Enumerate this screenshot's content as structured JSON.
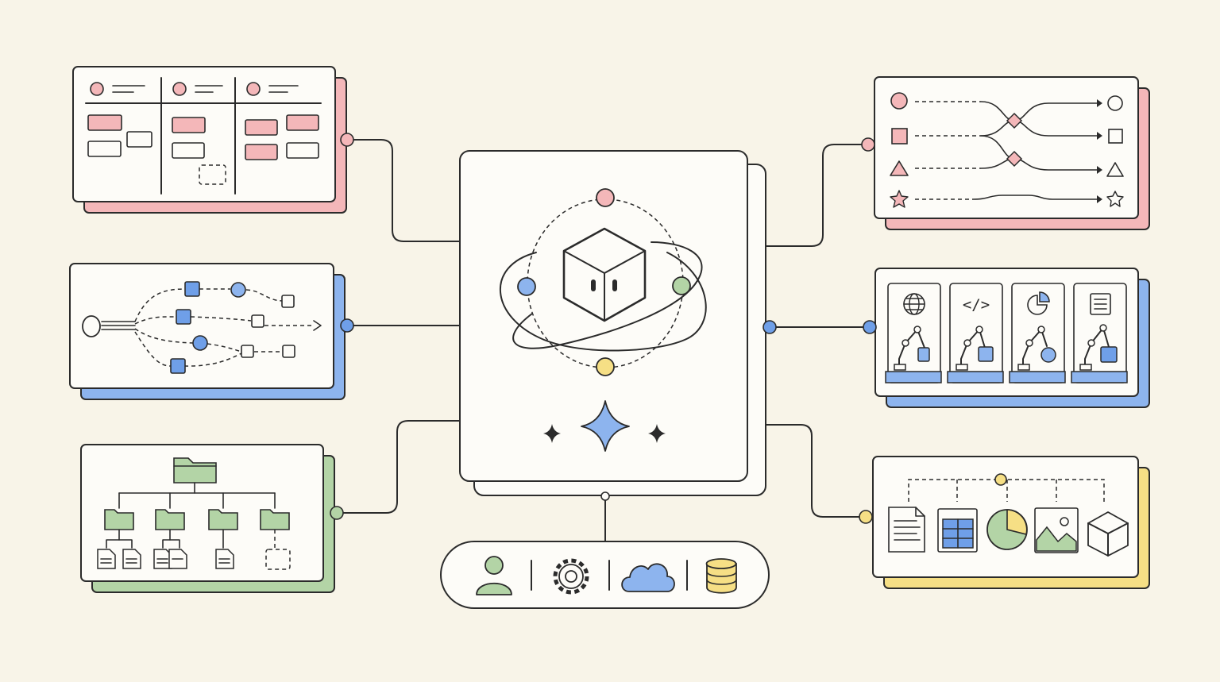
{
  "colors": {
    "background": "#f8f4e8",
    "ink": "#2b2b2b",
    "card": "#fdfcf8",
    "pink": "#eb9a9e",
    "pink_fill": "#f4b7b9",
    "blue": "#6f9fe8",
    "blue_fill": "#8db4ee",
    "green": "#9cc48e",
    "green_fill": "#b3d4a6",
    "yellow": "#f1d466",
    "yellow_fill": "#f6df85"
  },
  "icons": {
    "hub": "cube-robot-icon",
    "hub_sparkle": "sparkle-icon",
    "bar": [
      "user-icon",
      "gear-icon",
      "cloud-icon",
      "database-icon"
    ],
    "routing": [
      "circle-icon",
      "square-icon",
      "triangle-icon",
      "star-icon"
    ],
    "agents": [
      "globe-icon",
      "code-icon",
      "pie-chart-icon",
      "document-icon"
    ],
    "outputs": [
      "document-icon",
      "table-icon",
      "pie-chart-icon",
      "image-icon",
      "cube-icon"
    ],
    "tree": [
      "folder-icon",
      "file-icon"
    ]
  },
  "panels": {
    "kanban": {
      "columns": 3,
      "accent": "pink"
    },
    "workflow": {
      "accent": "blue"
    },
    "file_tree": {
      "subfolders": 4,
      "accent": "green"
    },
    "routing": {
      "rows": 4,
      "accent": "pink"
    },
    "agents": {
      "cards": 4,
      "accent": "blue"
    },
    "outputs": {
      "items": 5,
      "accent": "yellow"
    }
  },
  "code_icon_glyph": "</>"
}
